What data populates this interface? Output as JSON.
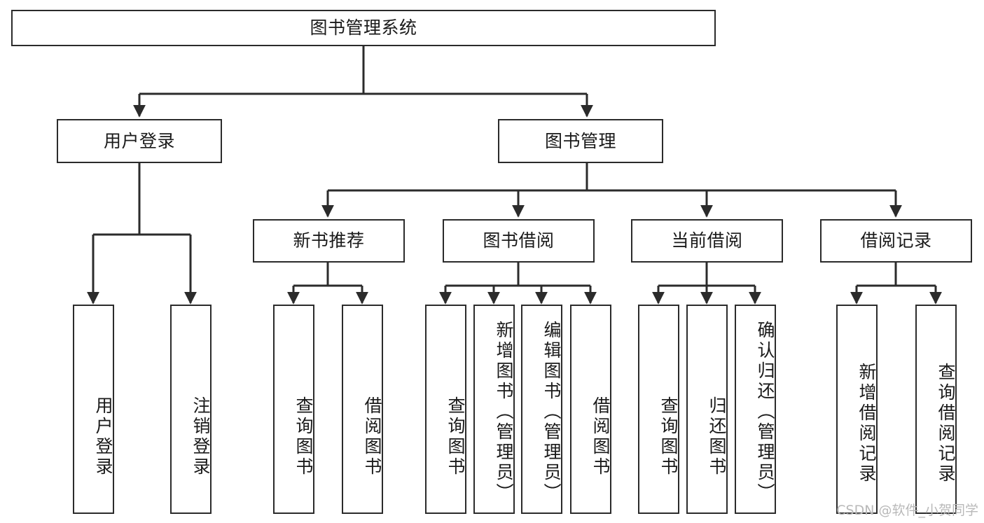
{
  "diagram": {
    "title": "图书管理系统",
    "watermark": "CSDN @软件_小贺同学",
    "stroke_color": "#2b2b2b",
    "background_color": "#ffffff",
    "text_color": "#1a1a1a",
    "watermark_color": "#b9b9b9"
  },
  "nodes": {
    "root": {
      "label": "图书管理系统"
    },
    "level2": [
      {
        "id": "user-login",
        "label": "用户登录"
      },
      {
        "id": "book-manage",
        "label": "图书管理"
      }
    ],
    "level3": [
      {
        "id": "new-book-recommend",
        "label": "新书推荐"
      },
      {
        "id": "book-borrow",
        "label": "图书借阅"
      },
      {
        "id": "current-borrow",
        "label": "当前借阅"
      },
      {
        "id": "borrow-record",
        "label": "借阅记录"
      }
    ],
    "leaves": {
      "user_login": [
        {
          "id": "leaf-user-login",
          "label": "用户登录"
        },
        {
          "id": "leaf-logout-login",
          "label": "注销登录"
        }
      ],
      "new_book_recommend": [
        {
          "id": "leaf-query-book-1",
          "label": "查询图书"
        },
        {
          "id": "leaf-borrow-book-1",
          "label": "借阅图书"
        }
      ],
      "book_borrow": [
        {
          "id": "leaf-query-book-2",
          "label": "查询图书"
        },
        {
          "id": "leaf-add-book",
          "label": "新增图书（管理员）"
        },
        {
          "id": "leaf-edit-book",
          "label": "编辑图书（管理员）"
        },
        {
          "id": "leaf-borrow-book-2",
          "label": "借阅图书"
        }
      ],
      "current_borrow": [
        {
          "id": "leaf-query-book-3",
          "label": "查询图书"
        },
        {
          "id": "leaf-return-book",
          "label": "归还图书"
        },
        {
          "id": "leaf-confirm-return",
          "label": "确认归还（管理员）"
        }
      ],
      "borrow_record": [
        {
          "id": "leaf-add-borrow-record",
          "label": "新增借阅记录"
        },
        {
          "id": "leaf-query-borrow-record",
          "label": "查询借阅记录"
        }
      ]
    }
  }
}
